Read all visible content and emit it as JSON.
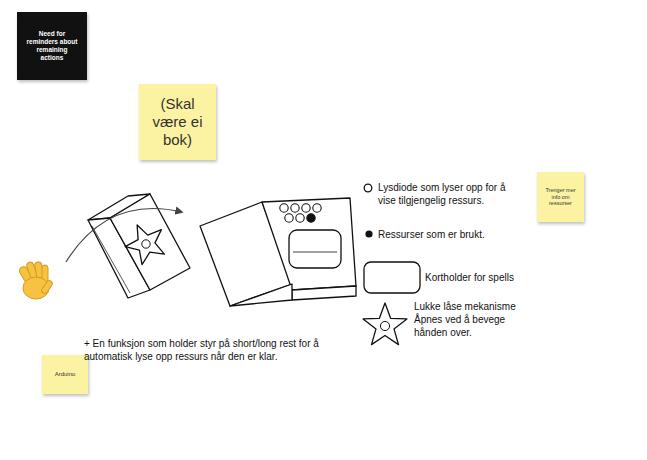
{
  "diagram": {
    "nodes": [
      {
        "text": [
          "Need for reminders about remaining actions"
        ]
      },
      {
        "text": [
          "(Skal være ei bok)"
        ]
      },
      {
        "text": [
          "Trenger mer info om ressurser"
        ]
      },
      {
        "text": [
          "Arduino"
        ]
      }
    ],
    "labels": [
      "+ En funksjon som holder styr på short/long rest for å automatisk lyse opp ressurs når den er klar."
    ],
    "legend": [
      {
        "text": "Lysdiode som lyser opp for å vise tilgjengelig ressurs."
      },
      {
        "text": "Ressurser som er brukt."
      },
      {
        "text": "Kortholder for spells"
      },
      {
        "text": "Lukke låse mekanisme Åpnes ved å bevege hånden over."
      }
    ]
  }
}
